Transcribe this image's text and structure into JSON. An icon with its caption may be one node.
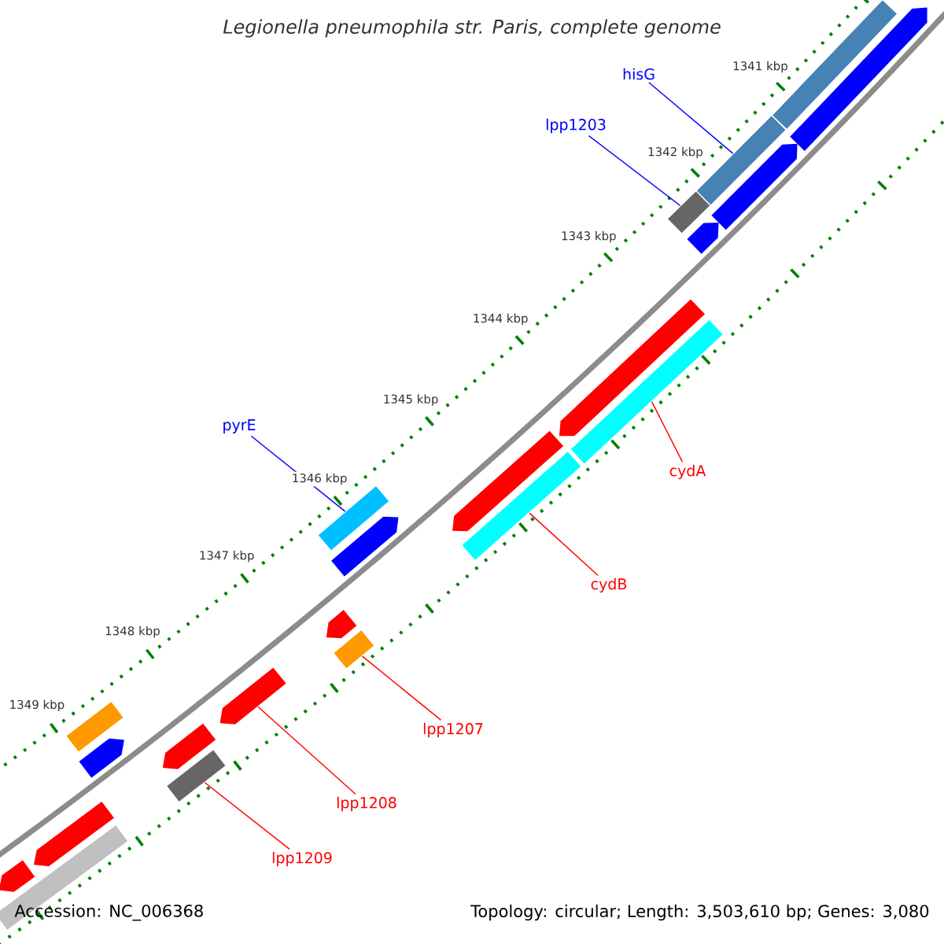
{
  "diagram": {
    "title": "Legionella pneumophila str. Paris, complete genome",
    "nodes": [
      {
        "text": [
          "hisG"
        ]
      },
      {
        "text": [],
        "shape": "bar"
      },
      {
        "text": [
          "lpp1203"
        ]
      },
      {
        "text": [],
        "shape": "bar"
      },
      {
        "text": [
          "pyrE"
        ]
      },
      {
        "text": [],
        "shape": "bar"
      },
      {
        "text": [
          "cydA"
        ]
      },
      {
        "text": [],
        "shape": "bar"
      },
      {
        "text": [
          "cydB"
        ]
      },
      {
        "text": [],
        "shape": "bar"
      },
      {
        "text": [
          "lpp1207"
        ]
      },
      {
        "text": [],
        "shape": "bar"
      },
      {
        "text": [
          "lpp1208"
        ]
      },
      {
        "text": [],
        "shape": "pentagon"
      },
      {
        "text": [
          "lpp1209"
        ]
      },
      {
        "text": [],
        "shape": "bar"
      },
      {
        "text": [],
        "shape": "bar"
      },
      {
        "text": [],
        "shape": "bar"
      },
      {
        "text": [],
        "shape": "pentagon"
      },
      {
        "text": [],
        "shape": "pentagon"
      },
      {
        "text": [],
        "shape": "pentagon"
      },
      {
        "text": [],
        "shape": "pentagon"
      },
      {
        "text": [],
        "shape": "pentagon"
      },
      {
        "text": [],
        "shape": "pentagon"
      },
      {
        "text": [],
        "shape": "pentagon"
      },
      {
        "text": [],
        "shape": "pentagon"
      },
      {
        "text": [],
        "shape": "pentagon"
      },
      {
        "text": [],
        "shape": "pentagon"
      },
      {
        "text": [],
        "shape": "pentagon"
      },
      {
        "text": [],
        "shape": "bar"
      }
    ],
    "edges": [
      {
        "from": 0,
        "to": 1,
        "arrow": "none",
        "color": "#0000ff"
      },
      {
        "from": 2,
        "to": 3,
        "arrow": "none",
        "color": "#0000ff"
      },
      {
        "from": 4,
        "to": 5,
        "arrow": "none",
        "color": "#0000ff"
      },
      {
        "from": 6,
        "to": 7,
        "arrow": "none"
      },
      {
        "from": 8,
        "to": 9,
        "arrow": "none"
      },
      {
        "from": 10,
        "to": 11,
        "arrow": "none"
      },
      {
        "from": 12,
        "to": 13,
        "arrow": "none"
      },
      {
        "from": 14,
        "to": 15,
        "arrow": "none"
      }
    ],
    "labels": [
      "1341 kbp",
      "1342 kbp",
      "1343 kbp",
      "1344 kbp",
      "1345 kbp",
      "1346 kbp",
      "1347 kbp",
      "1348 kbp",
      "1349 kbp",
      "Accession: NC_006368",
      "Topology: circular; Length: 3,503,610 bp; Genes: 3,080"
    ]
  }
}
